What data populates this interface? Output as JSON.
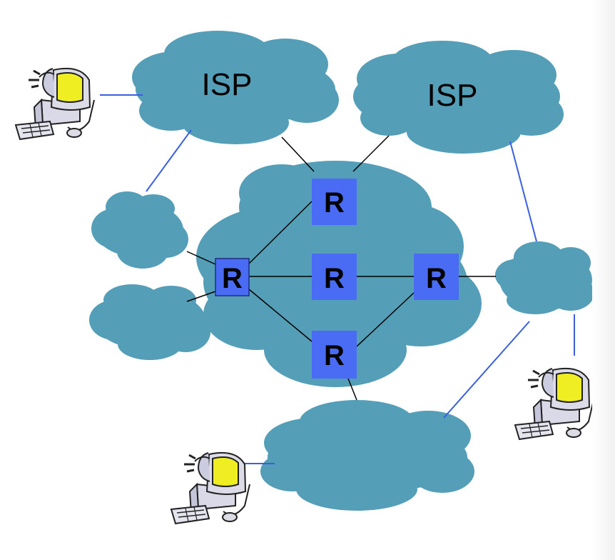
{
  "colors": {
    "cloud": "#559EB8",
    "router": "#4A6CF5",
    "router_border": "#1E2E7A",
    "core_link": "#000000",
    "access_link": "#3A5FE0",
    "screen": "#EFEF22"
  },
  "clouds": {
    "isp_left": {
      "label": "ISP"
    },
    "isp_right": {
      "label": "ISP"
    }
  },
  "routers": [
    {
      "id": "top",
      "label": "R"
    },
    {
      "id": "left",
      "label": "R"
    },
    {
      "id": "center",
      "label": "R"
    },
    {
      "id": "right",
      "label": "R"
    },
    {
      "id": "bottom",
      "label": "R"
    }
  ],
  "hosts": [
    {
      "id": "host-top-left",
      "icon": "computer-user-icon"
    },
    {
      "id": "host-right",
      "icon": "computer-user-icon"
    },
    {
      "id": "host-bottom",
      "icon": "computer-user-icon"
    }
  ]
}
